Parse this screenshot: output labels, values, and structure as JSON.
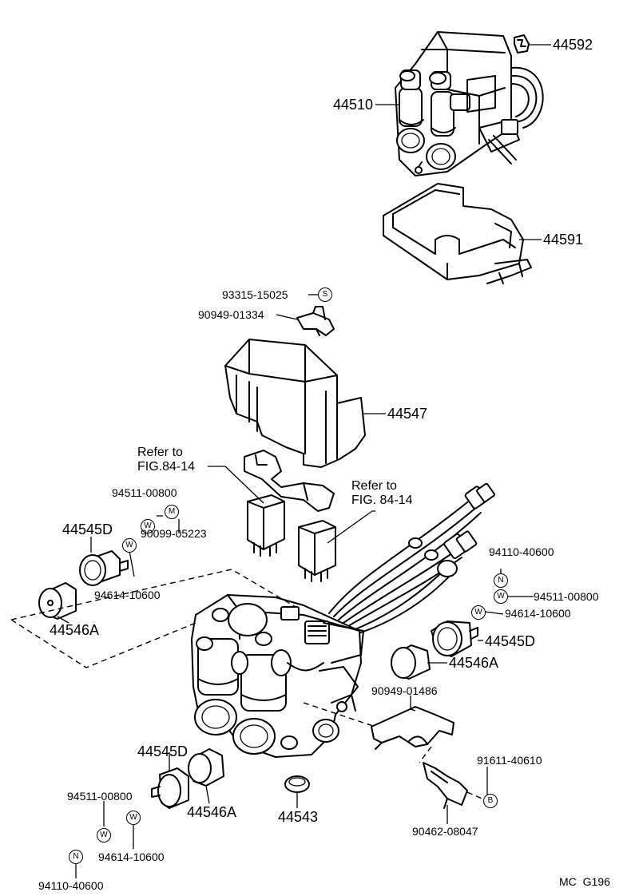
{
  "parts": {
    "p44592": "44592",
    "p44510": "44510",
    "p44591": "44591",
    "p93315": "93315-15025",
    "p90949a": "90949-01334",
    "p44547": "44547",
    "p94511_top": "94511-00800",
    "p90099": "90099-05223",
    "p44545D_left": "44545D",
    "p94614_left": "94614-10600",
    "p44546A_left": "44546A",
    "p94110_right": "94110-40600",
    "p94511_right": "94511-00800",
    "p94614_right": "94614-10600",
    "p44545D_right": "44545D",
    "p44546A_right": "44546A",
    "p90949b": "90949-01486",
    "p91611": "91611-40610",
    "p90462": "90462-08047",
    "p44545D_bottom": "44545D",
    "p44546A_bottom": "44546A",
    "p44543": "44543",
    "p94511_bottom": "94511-00800",
    "p94614_bottom": "94614-10600",
    "p94110_bottom": "94110-40600"
  },
  "refs": {
    "left": {
      "line1": "Refer to",
      "line2": "FIG.84-14"
    },
    "right": {
      "line1": "Refer to",
      "line2": "FIG. 84-14"
    }
  },
  "marks": {
    "s": "S",
    "w": "W",
    "m": "M",
    "n": "N",
    "b": "B"
  },
  "footer": {
    "code": "MC  G196"
  }
}
